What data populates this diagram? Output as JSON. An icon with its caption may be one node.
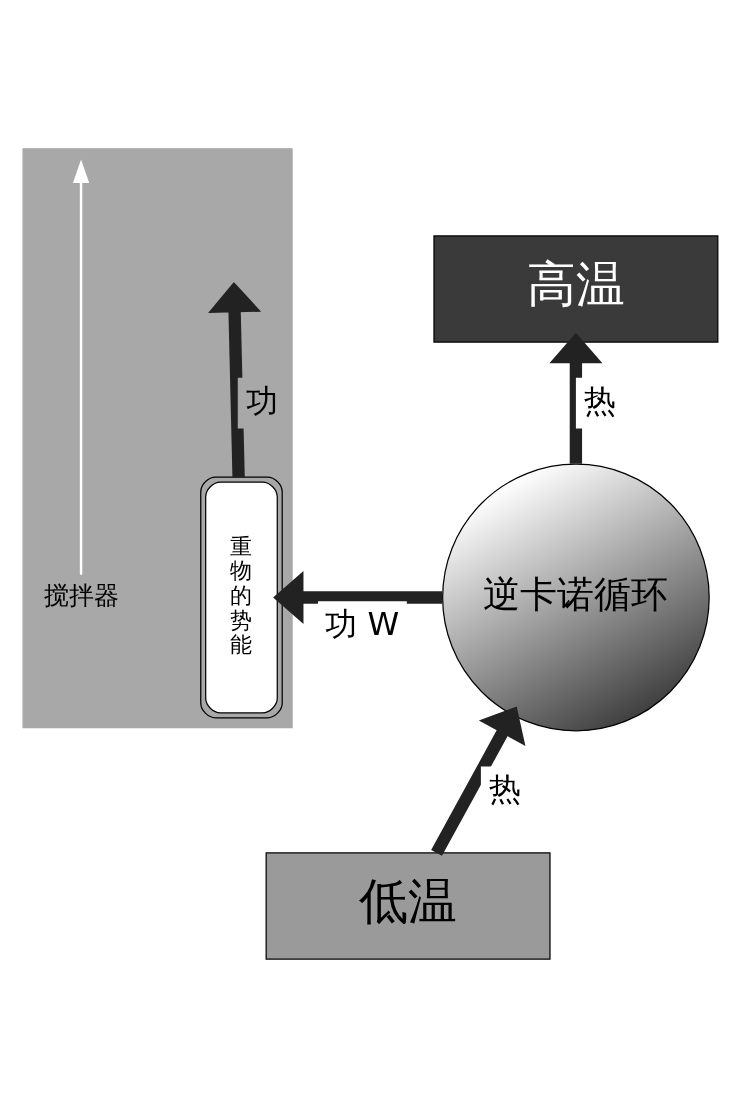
{
  "diagram": {
    "nodes": [
      {
        "text": [
          "高温"
        ]
      },
      {
        "text": [
          "逆卡诺循环"
        ]
      },
      {
        "text": [
          "低温"
        ]
      },
      {
        "text": [],
        "shape": "box"
      },
      {
        "text": [
          "重物的势能"
        ],
        "in": 3
      },
      {
        "text": [
          "搅拌器"
        ],
        "in": 3
      }
    ],
    "edges": [
      {
        "from": 2,
        "to": 1,
        "arrow": "to",
        "label": "热"
      },
      {
        "from": 1,
        "to": 0,
        "arrow": "to",
        "label": "热"
      },
      {
        "from": 1,
        "to": 4,
        "arrow": "to",
        "label": "功 W"
      },
      {
        "from": 4,
        "to": null,
        "arrow": "to",
        "label": "功"
      },
      {
        "from": 5,
        "to": null,
        "arrow": "to",
        "color": "#ffffff"
      }
    ]
  }
}
